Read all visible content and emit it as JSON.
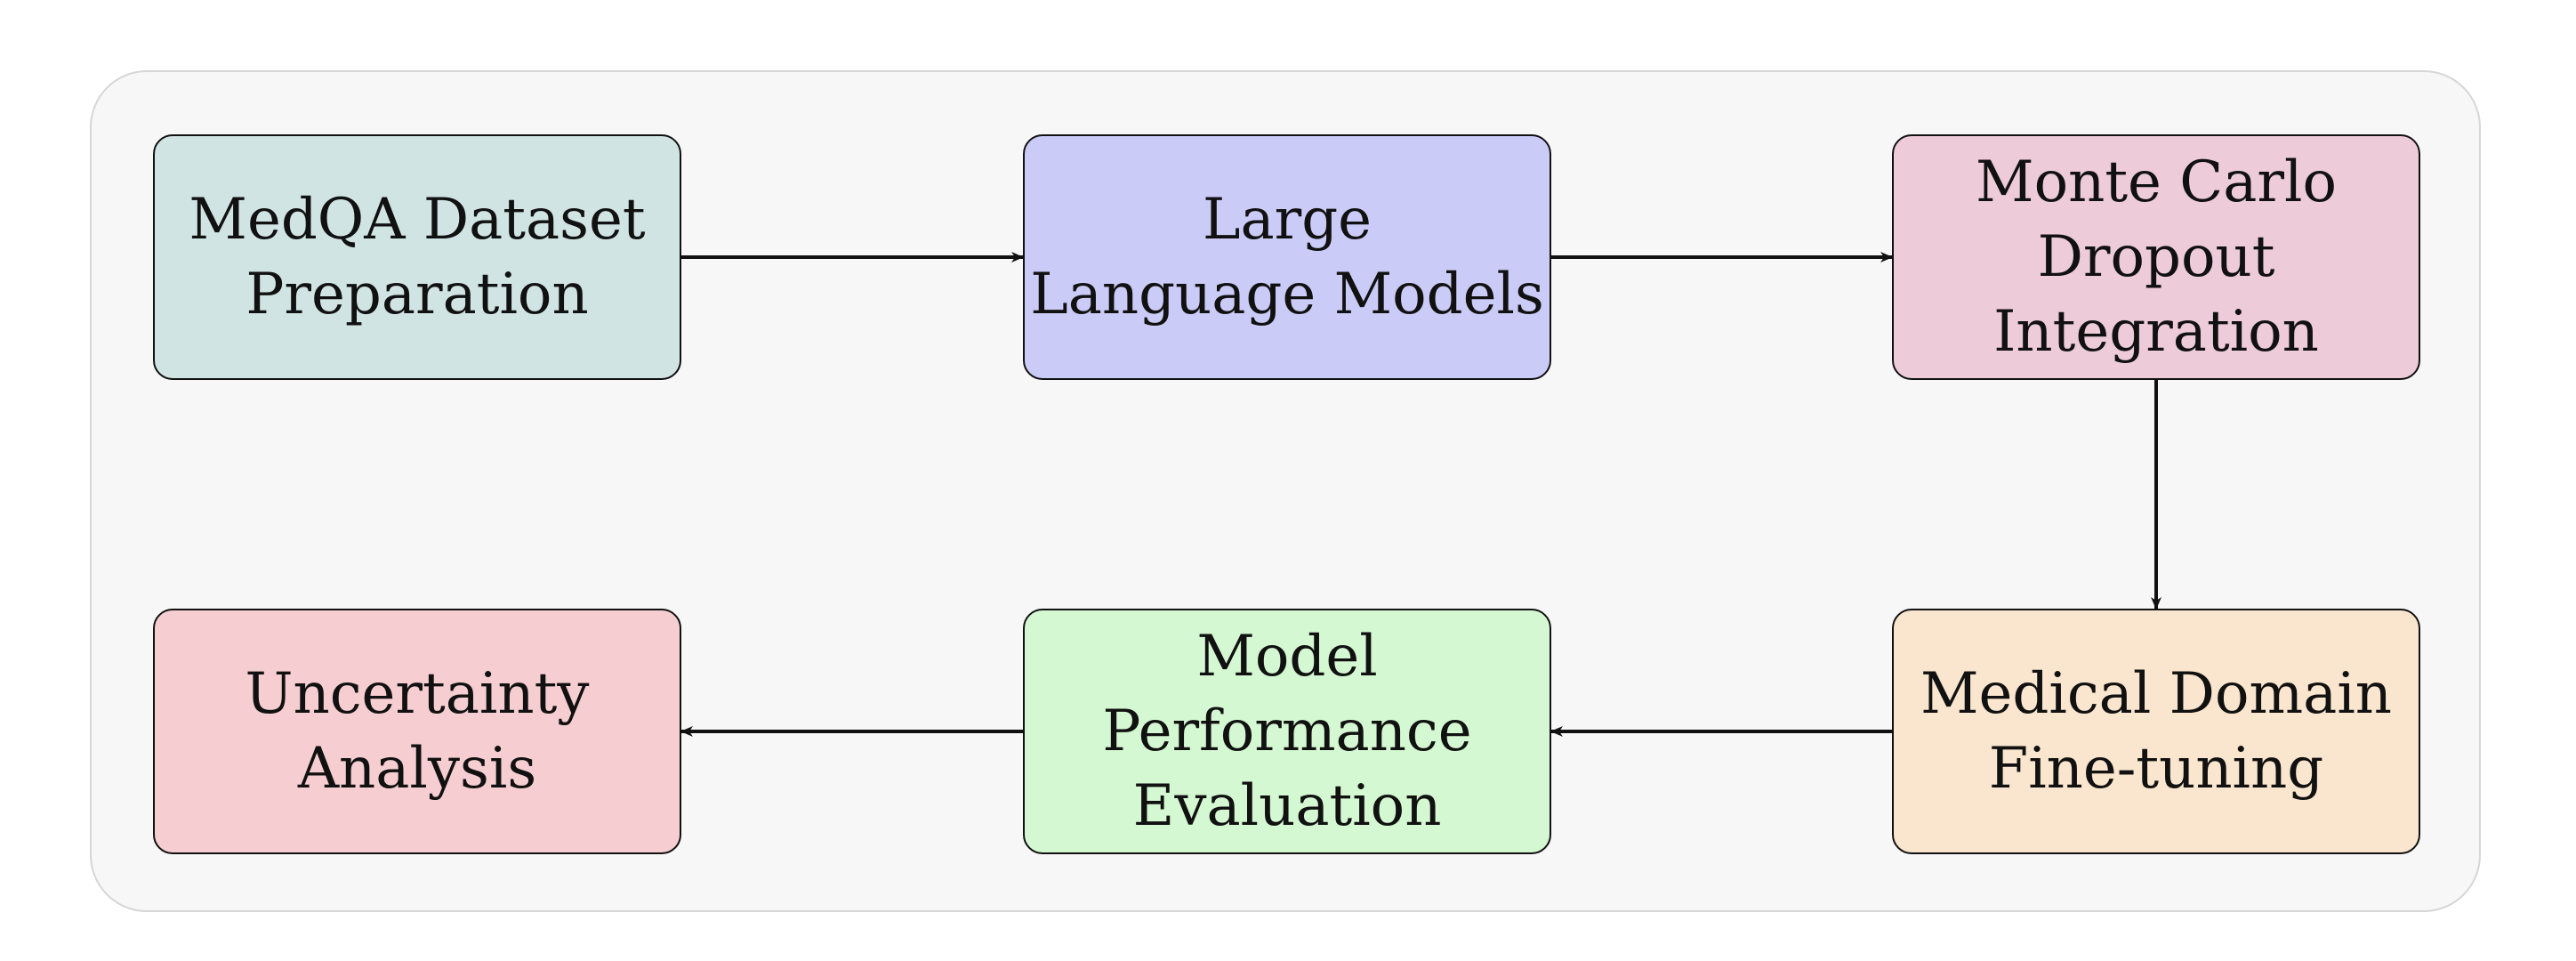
{
  "diagram": {
    "nodes": [
      {
        "id": "medqa",
        "lines": [
          "MedQA Dataset",
          "Preparation"
        ],
        "fill": "#d1e4e4"
      },
      {
        "id": "llm",
        "lines": [
          "Large",
          "Language Models"
        ],
        "fill": "#cbcbf8"
      },
      {
        "id": "mcdropout",
        "lines": [
          "Monte Carlo",
          "Dropout",
          "Integration"
        ],
        "fill": "#edcbd8"
      },
      {
        "id": "finetune",
        "lines": [
          "Medical Domain",
          "Fine-tuning"
        ],
        "fill": "#fae5ce"
      },
      {
        "id": "evaluation",
        "lines": [
          "Model",
          "Performance",
          "Evaluation"
        ],
        "fill": "#d4f8d1"
      },
      {
        "id": "uncertainty",
        "lines": [
          "Uncertainty",
          "Analysis"
        ],
        "fill": "#f6cdd0"
      }
    ],
    "edges": [
      {
        "from": "medqa",
        "to": "llm"
      },
      {
        "from": "llm",
        "to": "mcdropout"
      },
      {
        "from": "mcdropout",
        "to": "finetune"
      },
      {
        "from": "finetune",
        "to": "evaluation"
      },
      {
        "from": "evaluation",
        "to": "uncertainty"
      }
    ]
  }
}
